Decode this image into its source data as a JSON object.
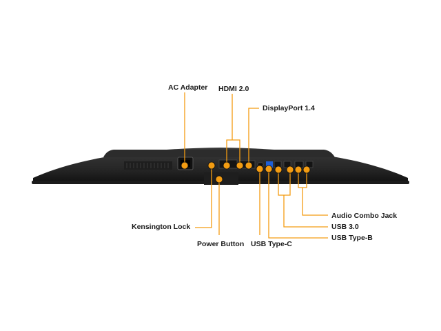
{
  "accent_color": "#f39c12",
  "labels": {
    "ac_adapter": "AC Adapter",
    "hdmi": "HDMI 2.0",
    "displayport": "DisplayPort 1.4",
    "kensington_lock": "Kensington Lock",
    "power_button": "Power Button",
    "usb_type_c": "USB Type-C",
    "audio_combo_jack": "Audio Combo Jack",
    "usb_3": "USB 3.0",
    "usb_type_b": "USB Type-B"
  }
}
